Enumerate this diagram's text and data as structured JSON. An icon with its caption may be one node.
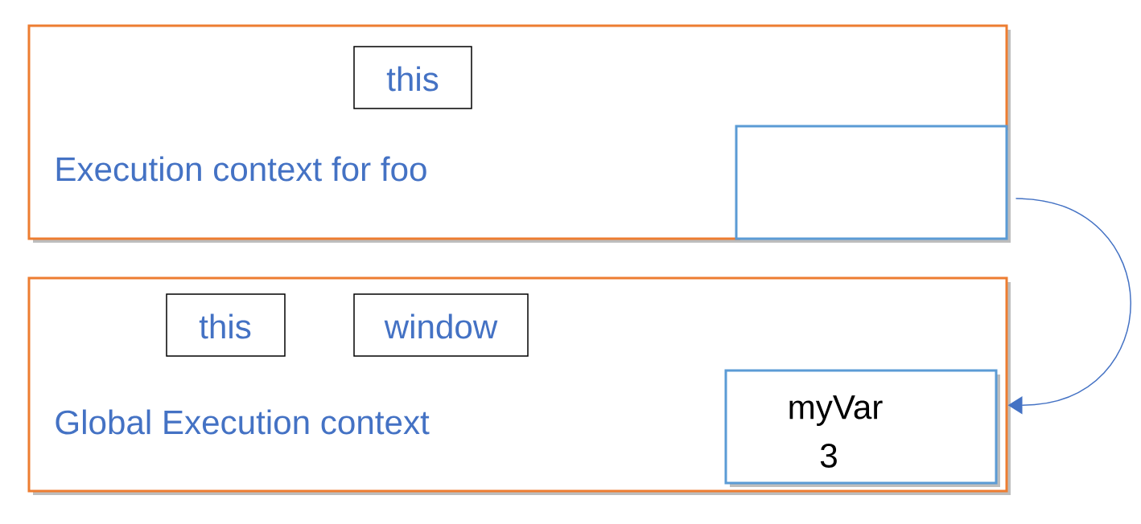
{
  "diagram": {
    "nodes": [
      {
        "text": [
          "Execution context for foo"
        ]
      },
      {
        "text": [
          "this"
        ],
        "in": 0
      },
      {
        "text": [],
        "shape": "box",
        "in": 0
      },
      {
        "text": [
          "Global Execution context"
        ]
      },
      {
        "text": [
          "this"
        ],
        "in": 3
      },
      {
        "text": [
          "window"
        ],
        "in": 3
      },
      {
        "text": [
          "myVar",
          "3"
        ],
        "in": 3
      }
    ],
    "edges": [
      {
        "from": 2,
        "to": 3,
        "arrow": "to"
      }
    ]
  }
}
